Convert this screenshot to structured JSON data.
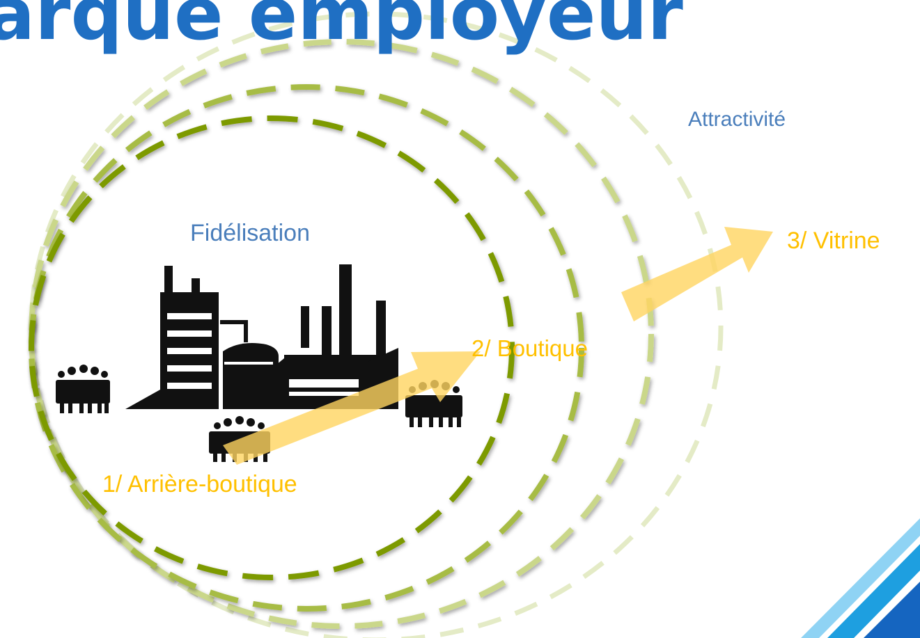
{
  "title": "arque employeur",
  "labels": {
    "fidelisation": "Fidélisation",
    "attractivite": "Attractivité",
    "stage1": "1/ Arrière-boutique",
    "stage2": "2/ Boutique",
    "stage3": "3/ Vitrine"
  },
  "icons": {
    "factory": "factory-icon",
    "workers": "workers-group-icon",
    "arrow": "growth-arrow-icon"
  },
  "colors": {
    "title": "#1F6FC3",
    "label_blue": "#4A7EBB",
    "stage_gold": "#FFC000",
    "arrow_fill": "#FFD560",
    "circle_dark": "#7D9A00",
    "circle_mid": "#A7BC45",
    "circle_light": "#CAD78A",
    "circle_pale": "#E4EBC6",
    "factory": "#111111",
    "corner_stripes": [
      "#8FD3F4",
      "#1E9FE0",
      "#1565C0"
    ]
  }
}
